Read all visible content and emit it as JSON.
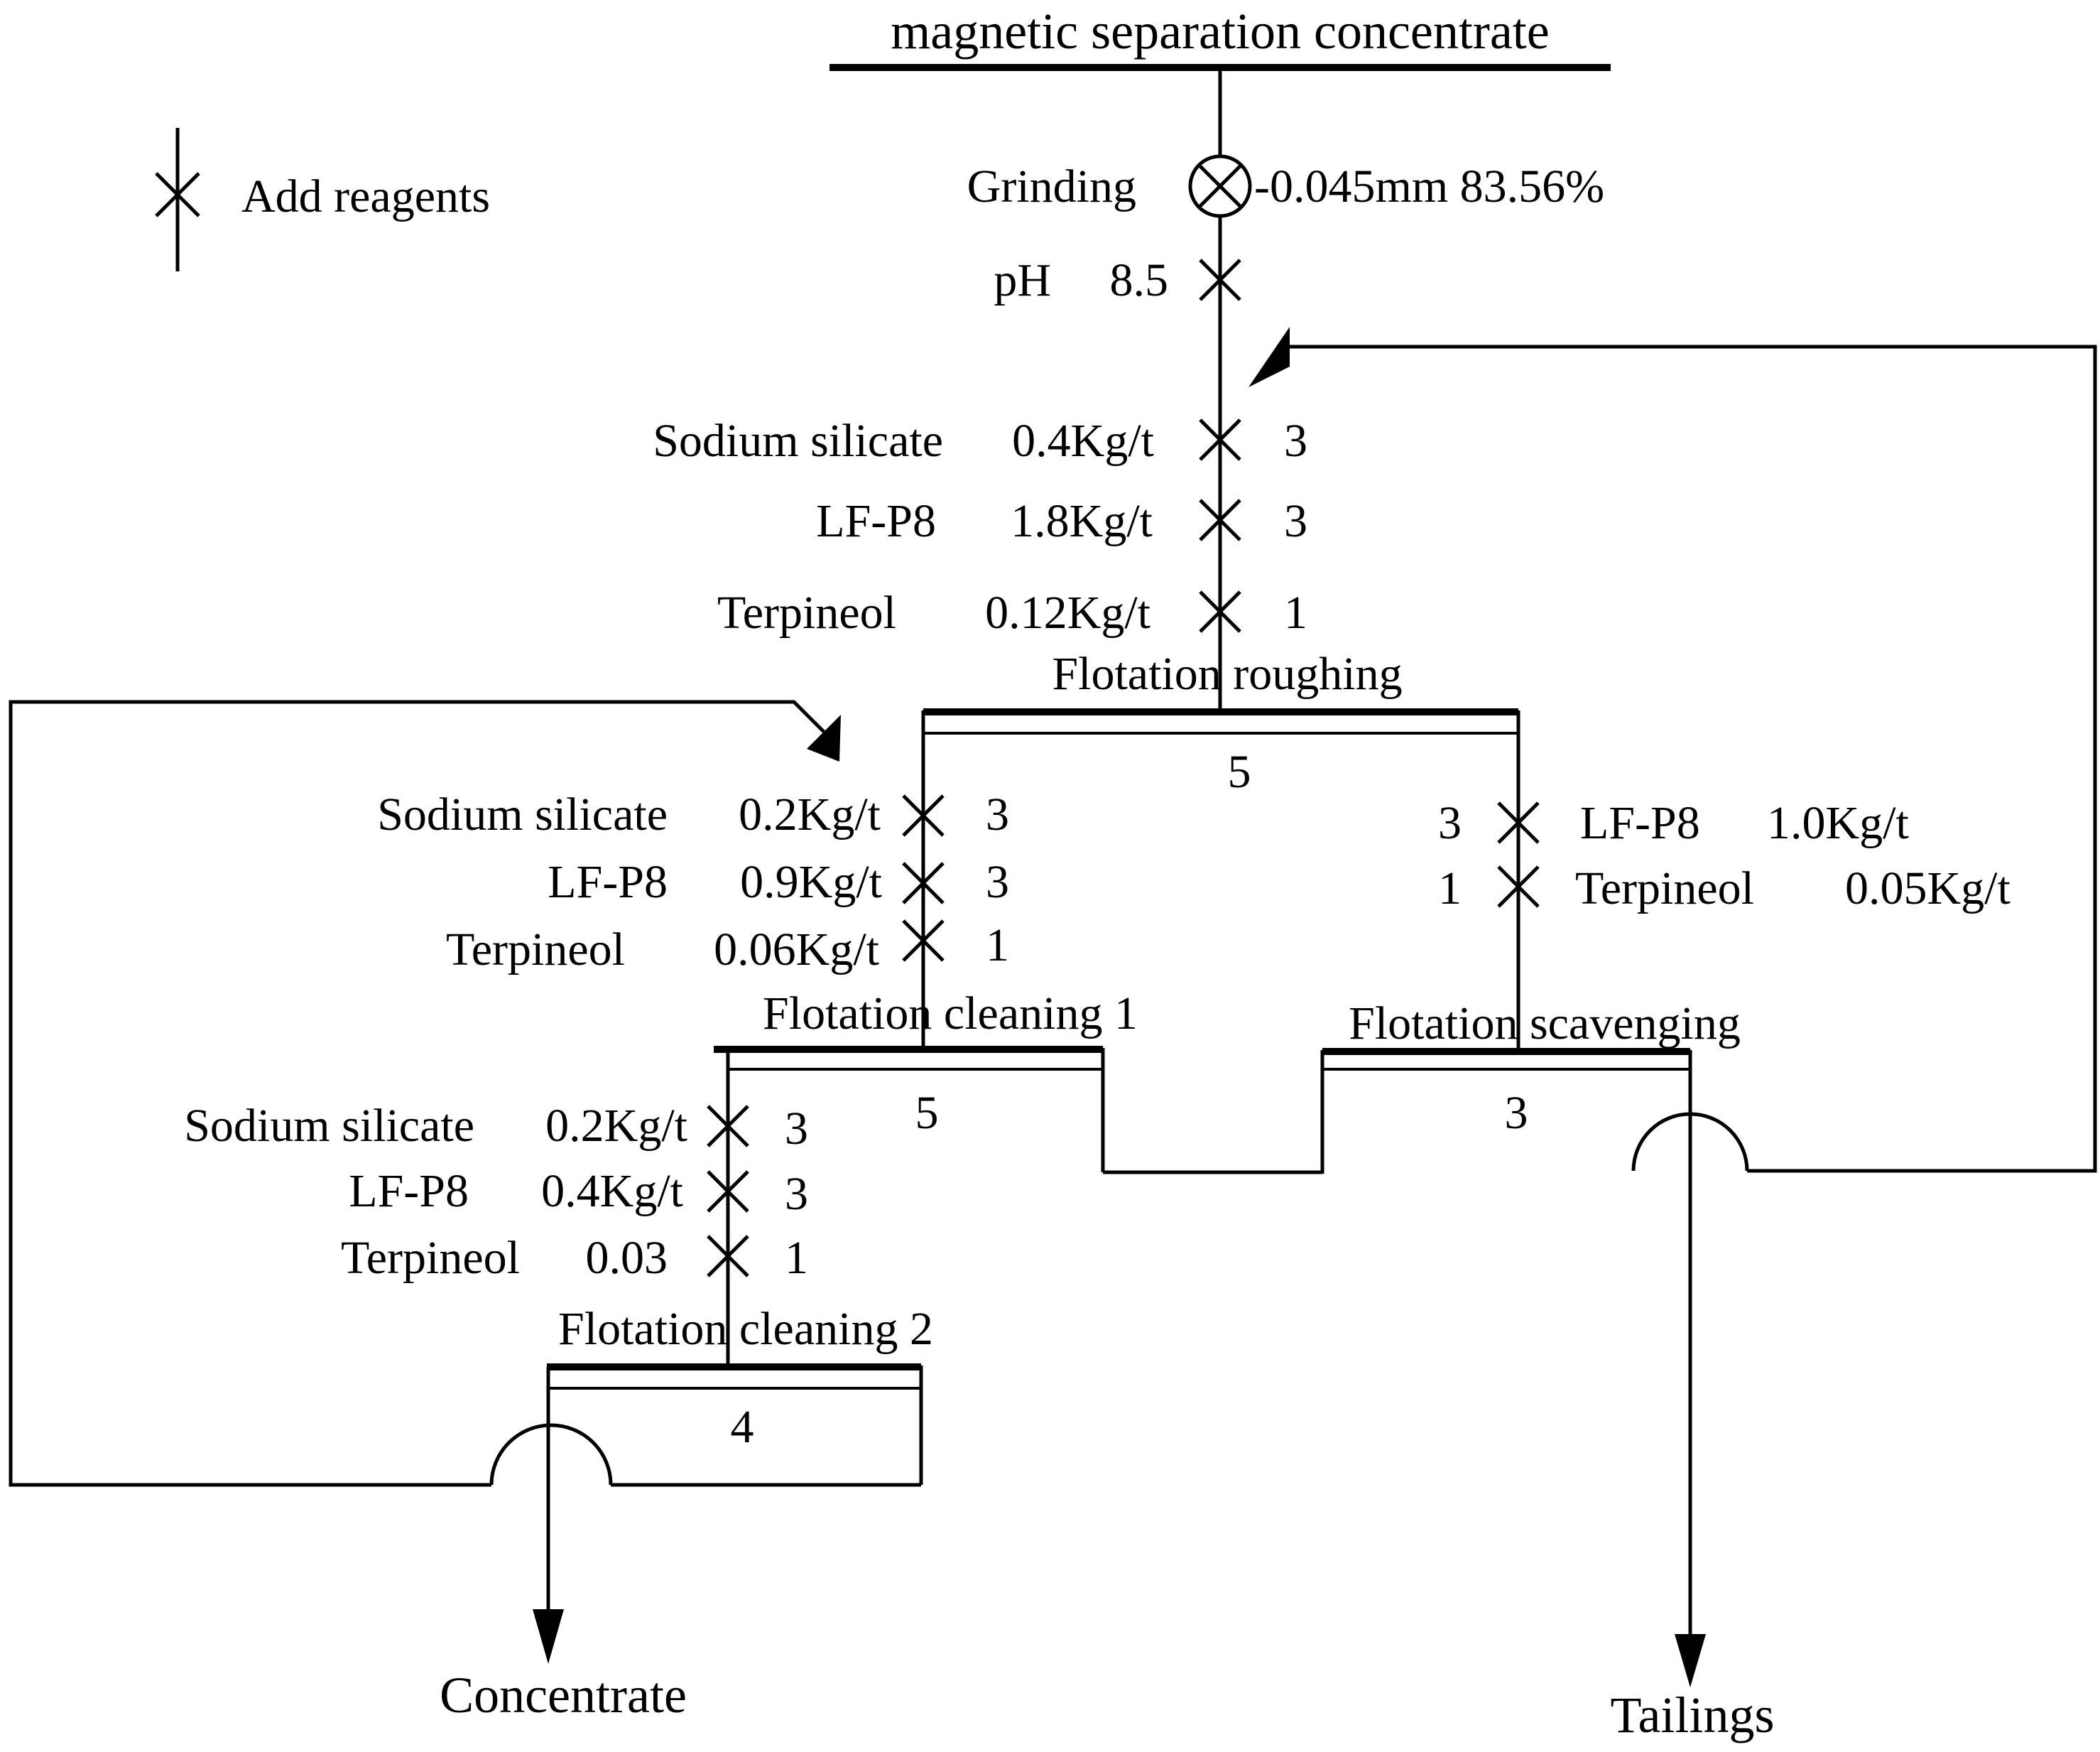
{
  "title": "magnetic separation concentrate",
  "legend": {
    "label": "Add reagents"
  },
  "grinding": {
    "label": "Grinding",
    "spec": "-0.045mm 83.56%"
  },
  "ph": {
    "label": "pH",
    "value": "8.5"
  },
  "roughing": {
    "title": "Flotation  roughing",
    "time": "5",
    "reagents": [
      {
        "name": "Sodium silicate",
        "dose": "0.4Kg/t",
        "time": "3"
      },
      {
        "name": "LF-P8",
        "dose": "1.8Kg/t",
        "time": "3"
      },
      {
        "name": "Terpineol",
        "dose": "0.12Kg/t",
        "time": "1"
      }
    ]
  },
  "cleaning1": {
    "title": "Flotation  cleaning 1",
    "time": "5",
    "reagents": [
      {
        "name": "Sodium silicate",
        "dose": "0.2Kg/t",
        "time": "3"
      },
      {
        "name": "LF-P8",
        "dose": "0.9Kg/t",
        "time": "3"
      },
      {
        "name": "Terpineol",
        "dose": "0.06Kg/t",
        "time": "1"
      }
    ]
  },
  "cleaning2": {
    "title": "Flotation  cleaning 2",
    "time": "4",
    "reagents": [
      {
        "name": "Sodium silicate",
        "dose": "0.2Kg/t",
        "time": "3"
      },
      {
        "name": "LF-P8",
        "dose": "0.4Kg/t",
        "time": "3"
      },
      {
        "name": "Terpineol",
        "dose": "0.03",
        "time": "1"
      }
    ]
  },
  "scavenging": {
    "title": "Flotation  scavenging",
    "time": "3",
    "reagents": [
      {
        "name": "LF-P8",
        "dose": "1.0Kg/t",
        "time": "3"
      },
      {
        "name": "Terpineol",
        "dose": "0.05Kg/t",
        "time": "1"
      }
    ]
  },
  "outputs": {
    "concentrate": "Concentrate",
    "tailings": "Tailings"
  }
}
